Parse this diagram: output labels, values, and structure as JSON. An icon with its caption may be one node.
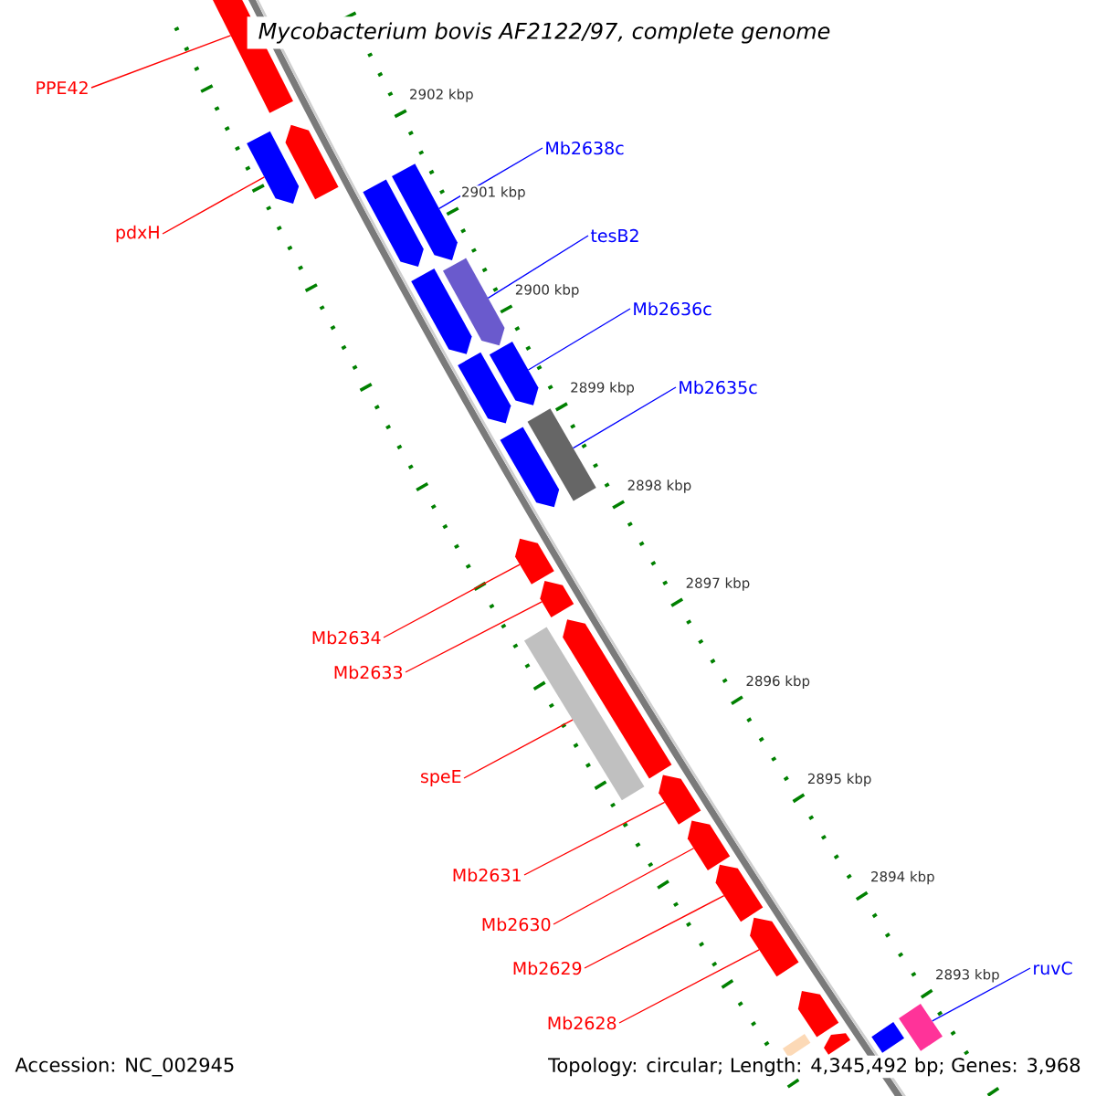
{
  "diagram": {
    "title": "Mycobacterium bovis AF2122/97, complete genome",
    "nodes": [
      {
        "text": [
          "PPE42"
        ]
      },
      {
        "text": [
          "Mb2638c"
        ]
      },
      {
        "text": [
          "pdxH"
        ]
      },
      {
        "text": [
          "tesB2"
        ]
      },
      {
        "text": [
          "Mb2636c"
        ]
      },
      {
        "text": [
          "Mb2635c"
        ]
      },
      {
        "text": [
          "Mb2634"
        ]
      },
      {
        "text": [
          "Mb2633"
        ]
      },
      {
        "text": [
          "speE"
        ]
      },
      {
        "text": [
          "Mb2631"
        ]
      },
      {
        "text": [
          "Mb2630"
        ]
      },
      {
        "text": [
          "Mb2629"
        ]
      },
      {
        "text": [
          "ruvC"
        ]
      },
      {
        "text": [
          "Mb2628"
        ]
      },
      {
        "text": [],
        "shape": "pentagon"
      },
      {
        "text": [],
        "shape": "pentagon"
      },
      {
        "text": [],
        "shape": "pentagon"
      },
      {
        "text": [],
        "shape": "pentagon"
      },
      {
        "text": [],
        "shape": "pentagon"
      },
      {
        "text": [],
        "shape": "pentagon"
      },
      {
        "text": [],
        "shape": "pentagon"
      },
      {
        "text": [],
        "shape": "pentagon"
      },
      {
        "text": [],
        "shape": "pentagon"
      },
      {
        "text": [],
        "shape": "box"
      },
      {
        "text": [],
        "shape": "pentagon"
      },
      {
        "text": [],
        "shape": "pentagon"
      },
      {
        "text": [],
        "shape": "pentagon"
      },
      {
        "text": [],
        "shape": "box"
      },
      {
        "text": [],
        "shape": "pentagon"
      },
      {
        "text": [],
        "shape": "pentagon"
      },
      {
        "text": [],
        "shape": "pentagon"
      },
      {
        "text": [],
        "shape": "pentagon"
      },
      {
        "text": [],
        "shape": "pentagon"
      },
      {
        "text": [],
        "shape": "pentagon"
      },
      {
        "text": [],
        "shape": "pentagon"
      },
      {
        "text": [],
        "shape": "box"
      },
      {
        "text": [],
        "shape": "box"
      },
      {
        "text": [],
        "shape": "box"
      }
    ],
    "edges": [
      {
        "from": 0,
        "to": 14,
        "arrow": "none"
      },
      {
        "from": 1,
        "to": 18,
        "arrow": "none",
        "color": "#0000ff"
      },
      {
        "from": 2,
        "to": 16,
        "arrow": "none"
      },
      {
        "from": 3,
        "to": 20,
        "arrow": "none",
        "color": "#0000ff"
      },
      {
        "from": 4,
        "to": 21,
        "arrow": "none",
        "color": "#0000ff"
      },
      {
        "from": 5,
        "to": 23,
        "arrow": "none",
        "color": "#0000ff"
      },
      {
        "from": 6,
        "to": 25,
        "arrow": "none"
      },
      {
        "from": 7,
        "to": 26,
        "arrow": "none"
      },
      {
        "from": 8,
        "to": 27,
        "arrow": "none"
      },
      {
        "from": 9,
        "to": 29,
        "arrow": "none"
      },
      {
        "from": 10,
        "to": 30,
        "arrow": "none"
      },
      {
        "from": 11,
        "to": 31,
        "arrow": "none"
      },
      {
        "from": 12,
        "to": 37,
        "arrow": "none",
        "color": "#0000ff"
      },
      {
        "from": 13,
        "to": 32,
        "arrow": "none"
      }
    ],
    "labels": [
      "2902 kbp",
      "2901 kbp",
      "2900 kbp",
      "2899 kbp",
      "2898 kbp",
      "2897 kbp",
      "2896 kbp",
      "2895 kbp",
      "2894 kbp",
      "2893 kbp",
      "Accession: NC_002945",
      "Topology: circular; Length: 4,345,492 bp; Genes: 3,968"
    ]
  }
}
